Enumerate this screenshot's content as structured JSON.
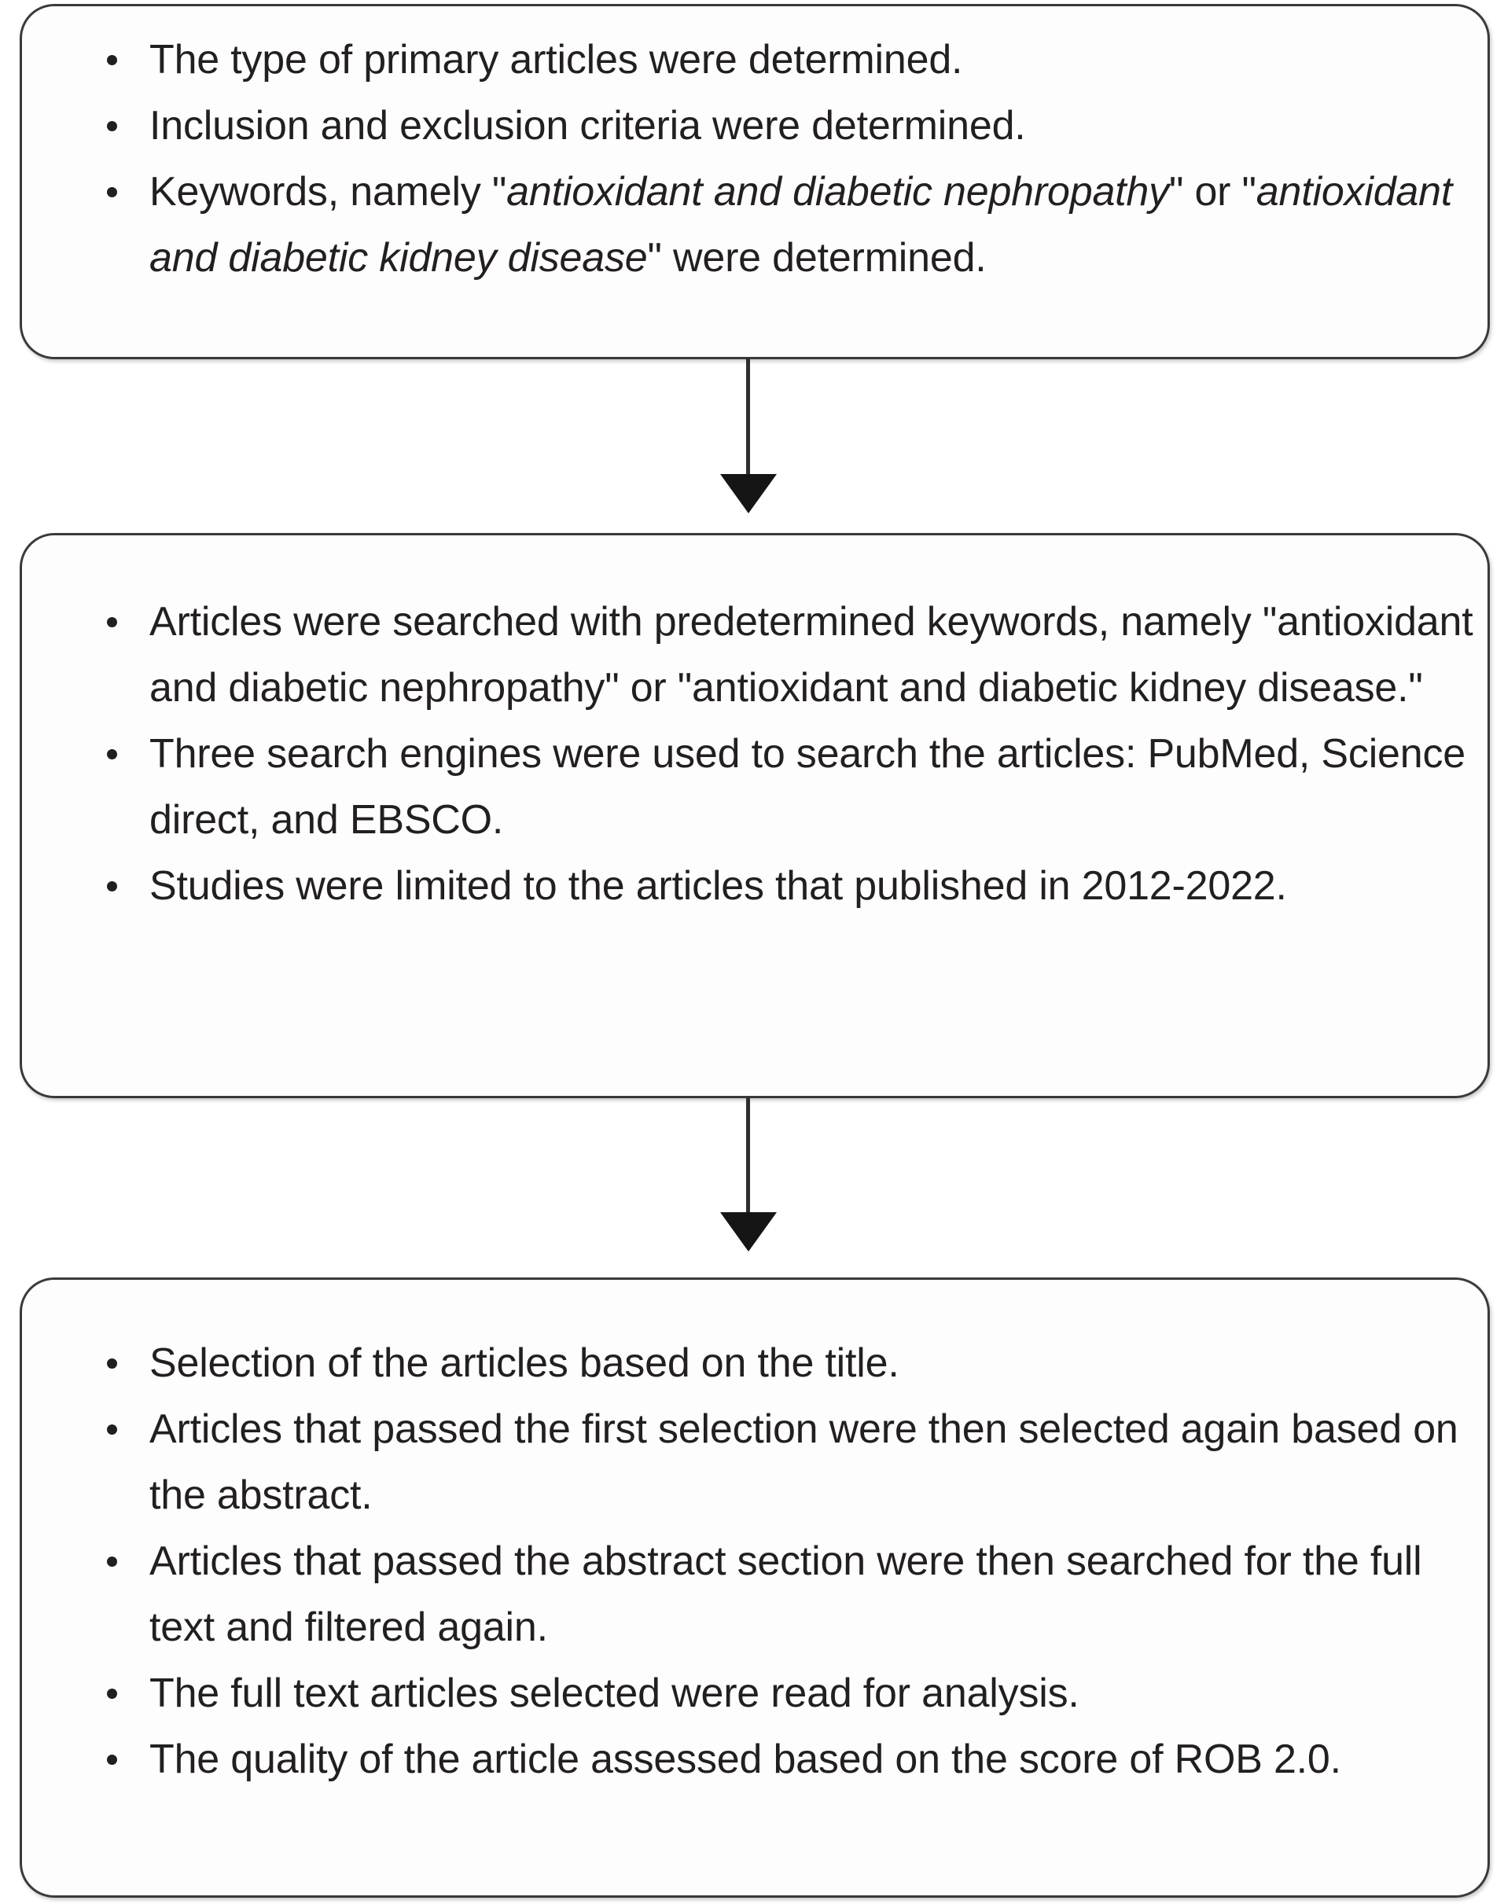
{
  "diagram": {
    "title": "Literature search and article selection flowchart",
    "type": "vertical-flowchart",
    "box_border_color": "#3a3a3a",
    "text_color": "#231f20",
    "arrow_color": "#151515"
  },
  "boxes": [
    {
      "id": "box-1",
      "name": "preparation-step",
      "items": [
        {
          "segments": [
            {
              "text": "The type of primary articles were determined.",
              "italic": false
            }
          ]
        },
        {
          "segments": [
            {
              "text": "Inclusion and exclusion criteria were determined.",
              "italic": false
            }
          ]
        },
        {
          "segments": [
            {
              "text": "Keywords, namely \"",
              "italic": false
            },
            {
              "text": "antioxidant and diabetic nephropathy",
              "italic": true
            },
            {
              "text": "\" or \"",
              "italic": false
            },
            {
              "text": "antioxidant and diabetic kidney disease",
              "italic": true
            },
            {
              "text": "\" were determined.",
              "italic": false
            }
          ]
        }
      ]
    },
    {
      "id": "box-2",
      "name": "search-step",
      "items": [
        {
          "segments": [
            {
              "text": "Articles were searched with predetermined keywords, namely \"antioxidant and diabetic nephropathy\" or \"antioxidant and diabetic kidney disease.\"",
              "italic": false
            }
          ]
        },
        {
          "segments": [
            {
              "text": "Three search engines were used to search the articles: PubMed, Science direct, and EBSCO.",
              "italic": false
            }
          ]
        },
        {
          "segments": [
            {
              "text": "Studies were limited to the articles that published in 2012-2022.",
              "italic": false
            }
          ]
        }
      ]
    },
    {
      "id": "box-3",
      "name": "selection-step",
      "items": [
        {
          "segments": [
            {
              "text": "Selection of the articles based on the title.",
              "italic": false
            }
          ]
        },
        {
          "segments": [
            {
              "text": "Articles that passed the first selection were then selected again based on the abstract.",
              "italic": false
            }
          ]
        },
        {
          "segments": [
            {
              "text": "Articles that passed the abstract section were then searched for the full text and filtered again.",
              "italic": false
            }
          ]
        },
        {
          "segments": [
            {
              "text": "The full text articles selected were read for analysis.",
              "italic": false
            }
          ]
        },
        {
          "segments": [
            {
              "text": "The quality of the article assessed based on the score of ROB 2.0.",
              "italic": false
            }
          ]
        }
      ]
    }
  ],
  "connectors": [
    {
      "id": "connector-1",
      "name": "arrow-box1-to-box2",
      "direction": "down"
    },
    {
      "id": "connector-2",
      "name": "arrow-box2-to-box3",
      "direction": "down"
    }
  ]
}
